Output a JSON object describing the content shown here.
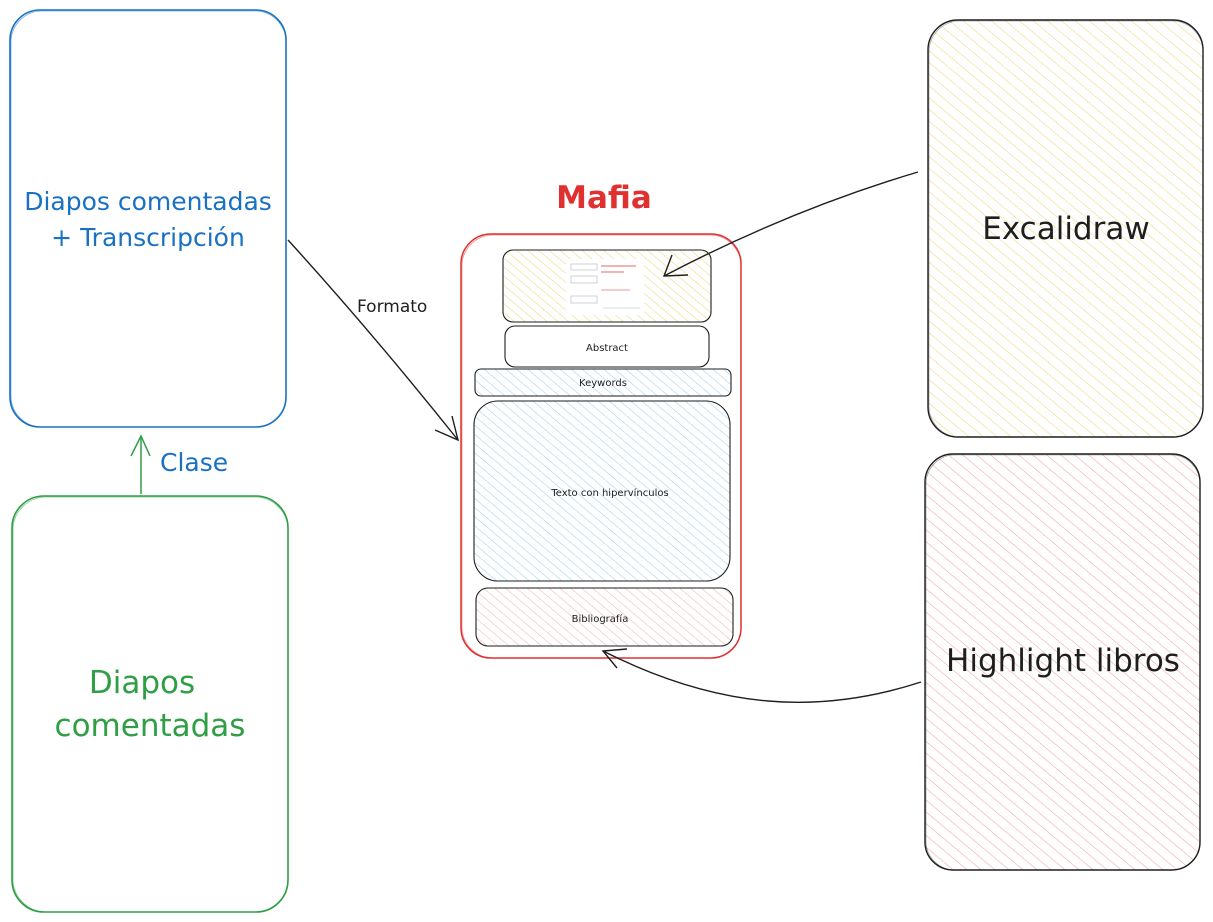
{
  "diagram": {
    "nodes": {
      "diapos_transcripcion": {
        "line1": "Diapos comentadas",
        "line2": "+ Transcripción",
        "color": "#1971c2"
      },
      "diapos_comentadas": {
        "line1": "Diapos",
        "line2": "comentadas",
        "color": "#2f9e44"
      },
      "excalidraw": {
        "label": "Excalidraw",
        "stroke": "#1e1e1e",
        "fill": "#fff9db"
      },
      "highlight": {
        "label": "Highlight libros",
        "stroke": "#1e1e1e",
        "fill": "#ffe3e3"
      },
      "mafia": {
        "title": "Mafia",
        "color": "#e03131",
        "sections": {
          "image": "",
          "abstract": "Abstract",
          "keywords": "Keywords",
          "texto": "Texto con hipervínculos",
          "bibliografia": "Bibliografía"
        }
      }
    },
    "edges": {
      "clase": {
        "label": "Clase",
        "color": "#1971c2"
      },
      "formato": {
        "label": "Formato",
        "color": "#1e1e1e"
      }
    },
    "colors": {
      "yellow_hatch": "#f2e08a",
      "pink_hatch": "#f5a8a8",
      "blue_hatch": "#a5d8ff",
      "ink": "#1e1e1e"
    }
  }
}
